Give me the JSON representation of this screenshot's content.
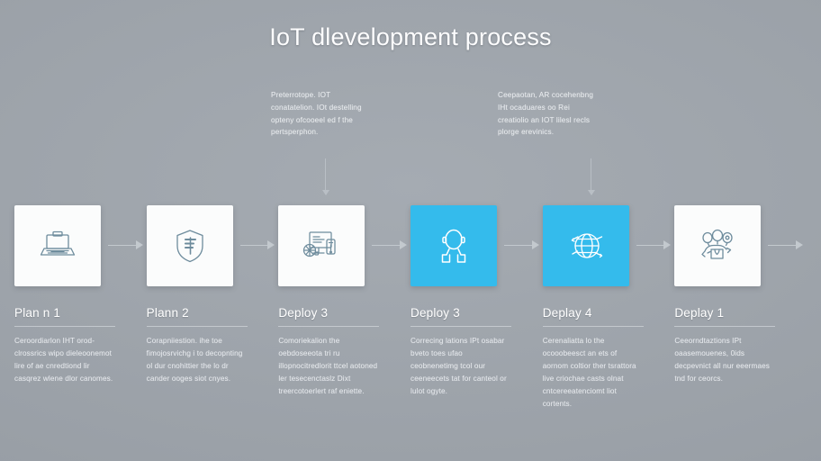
{
  "title": "IoT dlevelopment process",
  "theme": {
    "background": "#9aa0a7",
    "card_light": "#fbfcfc",
    "card_accent": "#34bbec",
    "icon_light_stroke": "#6e8c9d",
    "icon_accent_stroke": "#ffffff",
    "connector": "#c3c9ce",
    "title_color": "#fdfdfe",
    "text_color": "#e7eaee"
  },
  "annotations": [
    {
      "id": "annotation-0",
      "text": "Preterrotope. IOT conatatelion. IOt destelling opteny ofcooeel ed f the pertsperphon."
    },
    {
      "id": "annotation-1",
      "text": "Ceepaotan, AR cocehenbng IHt ocaduares oo Rei creatiolio an IOT lilesl recls plorge erevinics."
    }
  ],
  "steps": [
    {
      "label": "Plan n 1",
      "icon": "laptop-icon",
      "style": "light",
      "desc": "Ceroordiarlon IHT orod-clrossrics wipo dieleoonemot lire of ae cnredtiond lir casqrez wlene dlor canomes."
    },
    {
      "label": "Plann 2",
      "icon": "shield-icon",
      "style": "light",
      "desc": "Corapniiestion. ihe toe fimojosrvichg i to decopnting ol dur cnohittier the lo dr cander ooges siot cnyes."
    },
    {
      "label": "Deploy 3",
      "icon": "devices-monitor-icon",
      "style": "light",
      "desc": "Comoriekalion the oebdoseeota tri ru illopnocitredlorit ttcel aotoned ler tesecenctaslz Dixt treercotoerlert raf eniette."
    },
    {
      "label": "Deploy 3",
      "icon": "support-headset-icon",
      "style": "accent",
      "desc": "Correcing lations IPt osabar bveto toes ufao ceobnenetimg tcol our ceeneecets tat for canteol or lulot ogyte."
    },
    {
      "label": "Deplay 4",
      "icon": "globe-network-icon",
      "style": "accent",
      "desc": "Cerenaliatta lo the ocooobeesct an ets of aornom coltior ther tsrattora live criochae casts olnat cntcereeatenciomt liot cortents."
    },
    {
      "label": "Deplay 1",
      "icon": "team-group-icon",
      "style": "light",
      "desc": "Ceeorndtaztions IPt oaasemouenes, 0ids decpevnict all nur eeermaes tnd for ceorcs."
    }
  ]
}
